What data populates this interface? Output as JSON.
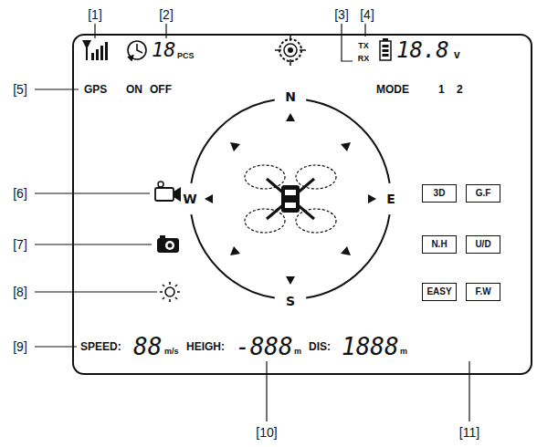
{
  "diagram": {
    "nodes": [
      {
        "text": [
          "3D"
        ]
      },
      {
        "text": [
          "G.F"
        ]
      },
      {
        "text": [
          "N.H"
        ]
      },
      {
        "text": [
          "U/D"
        ]
      },
      {
        "text": [
          "EASY"
        ]
      },
      {
        "text": [
          "F.W"
        ]
      }
    ],
    "labels": [
      "[1]",
      "[2]",
      "[3]",
      "[4]",
      "[5]",
      "[6]",
      "[7]",
      "[8]",
      "[9]",
      "[10]",
      "[11]",
      "18",
      "PCS",
      "TX",
      "RX",
      "18.8",
      "v",
      "GPS",
      "ON",
      "OFF",
      "MODE",
      "1",
      "2",
      "N",
      "W",
      "E",
      "S",
      "SPEED:",
      "88",
      "m/s",
      "HEIGH:",
      "-888",
      "m",
      "DIS:",
      "1888",
      "m"
    ]
  }
}
